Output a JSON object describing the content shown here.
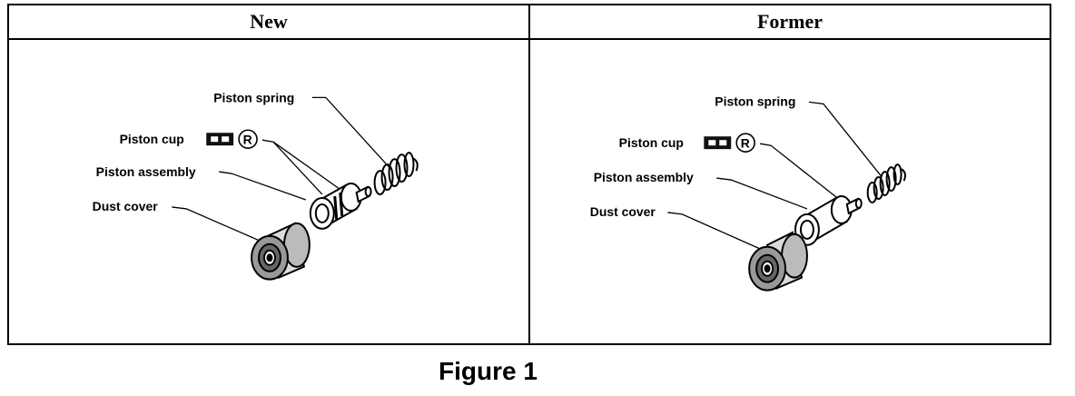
{
  "columns": {
    "new": "New",
    "former": "Former"
  },
  "callouts": {
    "piston_spring": "Piston spring",
    "piston_cup": "Piston cup",
    "piston_assembly": "Piston assembly",
    "dust_cover": "Dust cover"
  },
  "icons": [
    "pbc-label-icon",
    "registered-circle-icon"
  ],
  "caption": "Figure 1"
}
